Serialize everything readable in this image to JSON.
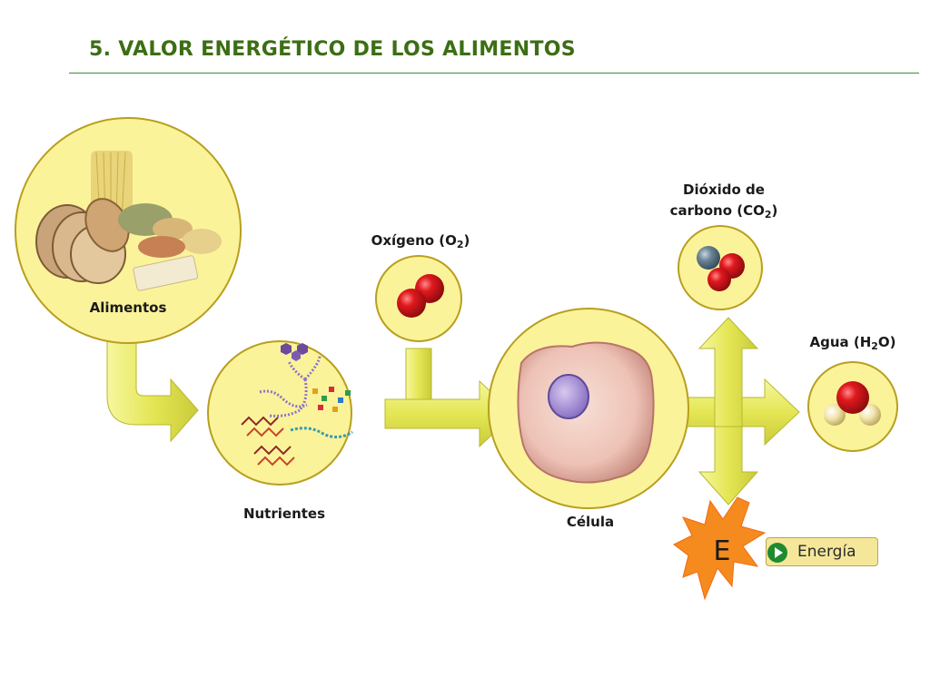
{
  "title": "5. VALOR ENERGÉTICO DE LOS ALIMENTOS",
  "labels": {
    "alimentos": "Alimentos",
    "nutrientes": "Nutrientes",
    "oxigeno_pre": "Oxígeno (O",
    "oxigeno_sub": "2",
    "oxigeno_post": ")",
    "co2_line1": "Dióxido de",
    "co2_pre": "carbono (CO",
    "co2_sub": "2",
    "co2_post": ")",
    "agua_pre": "Agua (H",
    "agua_sub": "2",
    "agua_post": "O)",
    "celula": "Célula"
  },
  "energy": {
    "symbol": "E",
    "button_label": "Energía",
    "button_icon": "play-icon"
  },
  "colors": {
    "title": "#3c6e13",
    "circle_fill": "#fbf39a",
    "circle_stroke": "#b89f1e",
    "arrow": "#e6e85a",
    "oxygen_atom": "#d4151c",
    "carbon_atom": "#5e7a8e",
    "hydrogen_atom": "#f2e7b0",
    "star": "#f58a1e"
  }
}
